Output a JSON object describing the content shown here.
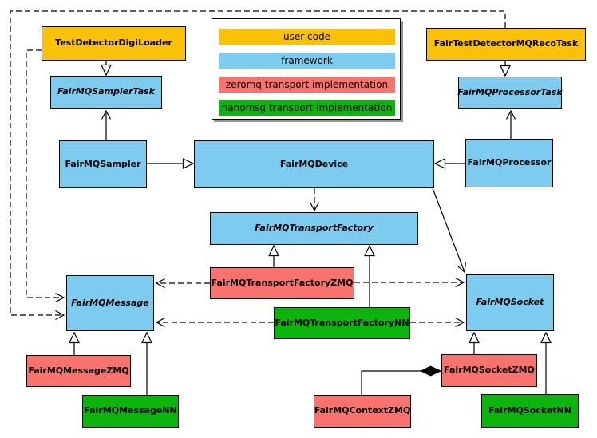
{
  "colors": {
    "user": "#FBC107",
    "framework": "#7DCCEF",
    "zeromq": "#F8736E",
    "nanomsg": "#0BB50B",
    "line": "#000000",
    "legend_shadow": "#949494",
    "background": "#FFFFFF"
  },
  "legend": {
    "items": [
      {
        "label": "user code",
        "category": "user"
      },
      {
        "label": "framework",
        "category": "framework"
      },
      {
        "label": "zeromq transport implementation",
        "category": "zeromq"
      },
      {
        "label": "nanomsg transport implementation",
        "category": "nanomsg"
      }
    ]
  },
  "nodes": {
    "test_detector_digi_loader": {
      "label": "TestDetectorDigiLoader",
      "category": "user",
      "abstract": false
    },
    "fair_test_detector_mq_reco_task": {
      "label": "FairTestDetectorMQRecoTask",
      "category": "user",
      "abstract": false
    },
    "fairmq_sampler_task": {
      "label": "FairMQSamplerTask",
      "category": "framework",
      "abstract": true
    },
    "fairmq_processor_task": {
      "label": "FairMQProcessorTask",
      "category": "framework",
      "abstract": true
    },
    "fairmq_sampler": {
      "label": "FairMQSampler",
      "category": "framework",
      "abstract": false
    },
    "fairmq_device": {
      "label": "FairMQDevice",
      "category": "framework",
      "abstract": false
    },
    "fairmq_processor": {
      "label": "FairMQProcessor",
      "category": "framework",
      "abstract": false
    },
    "fairmq_transport_factory": {
      "label": "FairMQTransportFactory",
      "category": "framework",
      "abstract": true
    },
    "fairmq_transport_factory_zmq": {
      "label": "FairMQTransportFactoryZMQ",
      "category": "zeromq",
      "abstract": false
    },
    "fairmq_transport_factory_nn": {
      "label": "FairMQTransportFactoryNN",
      "category": "nanomsg",
      "abstract": false
    },
    "fairmq_message": {
      "label": "FairMQMessage",
      "category": "framework",
      "abstract": true
    },
    "fairmq_socket": {
      "label": "FairMQSocket",
      "category": "framework",
      "abstract": true
    },
    "fairmq_message_zmq": {
      "label": "FairMQMessageZMQ",
      "category": "zeromq",
      "abstract": false
    },
    "fairmq_message_nn": {
      "label": "FairMQMessageNN",
      "category": "nanomsg",
      "abstract": false
    },
    "fairmq_socket_zmq": {
      "label": "FairMQSocketZMQ",
      "category": "zeromq",
      "abstract": false
    },
    "fairmq_socket_nn": {
      "label": "FairMQSocketNN",
      "category": "nanomsg",
      "abstract": false
    },
    "fairmq_context_zmq": {
      "label": "FairMQContextZMQ",
      "category": "zeromq",
      "abstract": false
    }
  },
  "edges": [
    {
      "from": "TestDetectorDigiLoader",
      "to": "FairMQSamplerTask",
      "type": "generalization"
    },
    {
      "from": "FairTestDetectorMQRecoTask",
      "to": "FairMQProcessorTask",
      "type": "generalization"
    },
    {
      "from": "FairMQSampler",
      "to": "FairMQSamplerTask",
      "type": "association"
    },
    {
      "from": "FairMQProcessor",
      "to": "FairMQProcessorTask",
      "type": "association"
    },
    {
      "from": "FairMQSampler",
      "to": "FairMQDevice",
      "type": "generalization"
    },
    {
      "from": "FairMQProcessor",
      "to": "FairMQDevice",
      "type": "generalization"
    },
    {
      "from": "FairMQDevice",
      "to": "FairMQTransportFactory",
      "type": "dependency"
    },
    {
      "from": "FairMQDevice",
      "to": "FairMQSocket",
      "type": "association"
    },
    {
      "from": "FairMQTransportFactoryZMQ",
      "to": "FairMQTransportFactory",
      "type": "generalization"
    },
    {
      "from": "FairMQTransportFactoryNN",
      "to": "FairMQTransportFactory",
      "type": "generalization"
    },
    {
      "from": "FairMQTransportFactoryZMQ",
      "to": "FairMQMessage",
      "type": "dependency"
    },
    {
      "from": "FairMQTransportFactoryZMQ",
      "to": "FairMQSocket",
      "type": "dependency"
    },
    {
      "from": "FairMQTransportFactoryNN",
      "to": "FairMQMessage",
      "type": "dependency"
    },
    {
      "from": "FairMQTransportFactoryNN",
      "to": "FairMQSocket",
      "type": "dependency"
    },
    {
      "from": "TestDetectorDigiLoader",
      "to": "FairMQMessage",
      "type": "dependency"
    },
    {
      "from": "FairTestDetectorMQRecoTask",
      "to": "FairMQMessage",
      "type": "dependency"
    },
    {
      "from": "FairMQMessageZMQ",
      "to": "FairMQMessage",
      "type": "generalization"
    },
    {
      "from": "FairMQMessageNN",
      "to": "FairMQMessage",
      "type": "generalization"
    },
    {
      "from": "FairMQSocketZMQ",
      "to": "FairMQSocket",
      "type": "generalization"
    },
    {
      "from": "FairMQSocketNN",
      "to": "FairMQSocket",
      "type": "generalization"
    },
    {
      "from": "FairMQContextZMQ",
      "to": "FairMQSocketZMQ",
      "type": "composition"
    }
  ]
}
